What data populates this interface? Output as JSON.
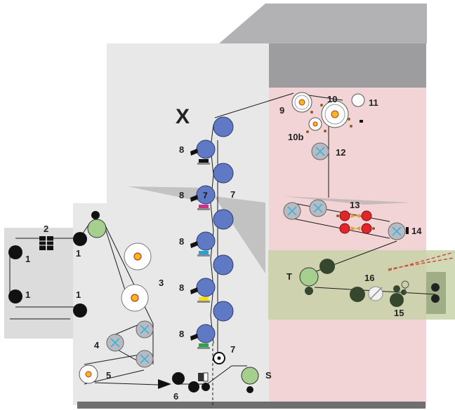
{
  "labels": {
    "x": "X",
    "n1a": "1",
    "n1b": "1",
    "n1c": "1",
    "n1d": "1",
    "n2": "2",
    "n3": "3",
    "n4": "4",
    "n5": "5",
    "n6": "6",
    "n7a": "7",
    "n7b": "7",
    "n8a": "8",
    "n8b": "8",
    "n8c": "8",
    "n8d": "8",
    "n8e": "8",
    "n9": "9",
    "n10": "10",
    "n10b": "10b",
    "n11": "11",
    "n12": "12",
    "n13": "13",
    "n14": "14",
    "n15": "15",
    "n16": "16",
    "s": "S",
    "t": "T"
  },
  "colors": {
    "background": "#ffffff",
    "press_hall": "#e8e8e9",
    "feeder_area": "#dcdcdd",
    "roof": "#9d9d9f",
    "roof_light": "#b2b2b4",
    "dryer_zone": "#f2d4d6",
    "cutter_zone": "#c6d2a6",
    "roller_blue": "#5f79c4",
    "roller_green": "#a6cf8f",
    "roller_dark_green": "#35482e",
    "roller_black": "#111111",
    "cooling_grey": "#b9bbc0",
    "cross_cyan": "#38b4e1",
    "dryer_red": "#e0252b",
    "core_yellow": "#f2b81c",
    "ink_black": "#111111",
    "ink_magenta": "#d1308a",
    "ink_cyan": "#1fa3d9",
    "ink_yellow": "#f6e100",
    "ink_green": "#2aa549",
    "dashed_red": "#cc4b3c"
  },
  "icons": [
    "gripper-icon",
    "splice-icon",
    "cross-icon",
    "arrow-icon",
    "knife-icon"
  ]
}
